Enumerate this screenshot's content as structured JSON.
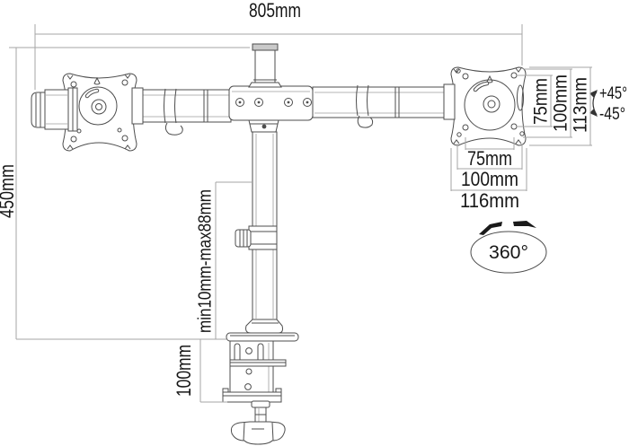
{
  "labels": {
    "width_top": "805mm",
    "height_left": "450mm",
    "vesa_v_75": "75mm",
    "vesa_v_100": "100mm",
    "plate_h_113": "113mm",
    "tilt_up": "+45°",
    "tilt_down": "-45°",
    "vesa_h_75": "75mm",
    "vesa_h_100": "100mm",
    "plate_w_116": "116mm",
    "rotation_360": "360°",
    "clamp_range": "min10mm-max88mm",
    "clamp_h_100": "100mm"
  },
  "colors": {
    "background": "#ffffff",
    "drawing_line": "#4d4d4d",
    "dimension_line": "#a6a6a6",
    "text": "#161616",
    "cap_fill": "#c9c9c9"
  }
}
